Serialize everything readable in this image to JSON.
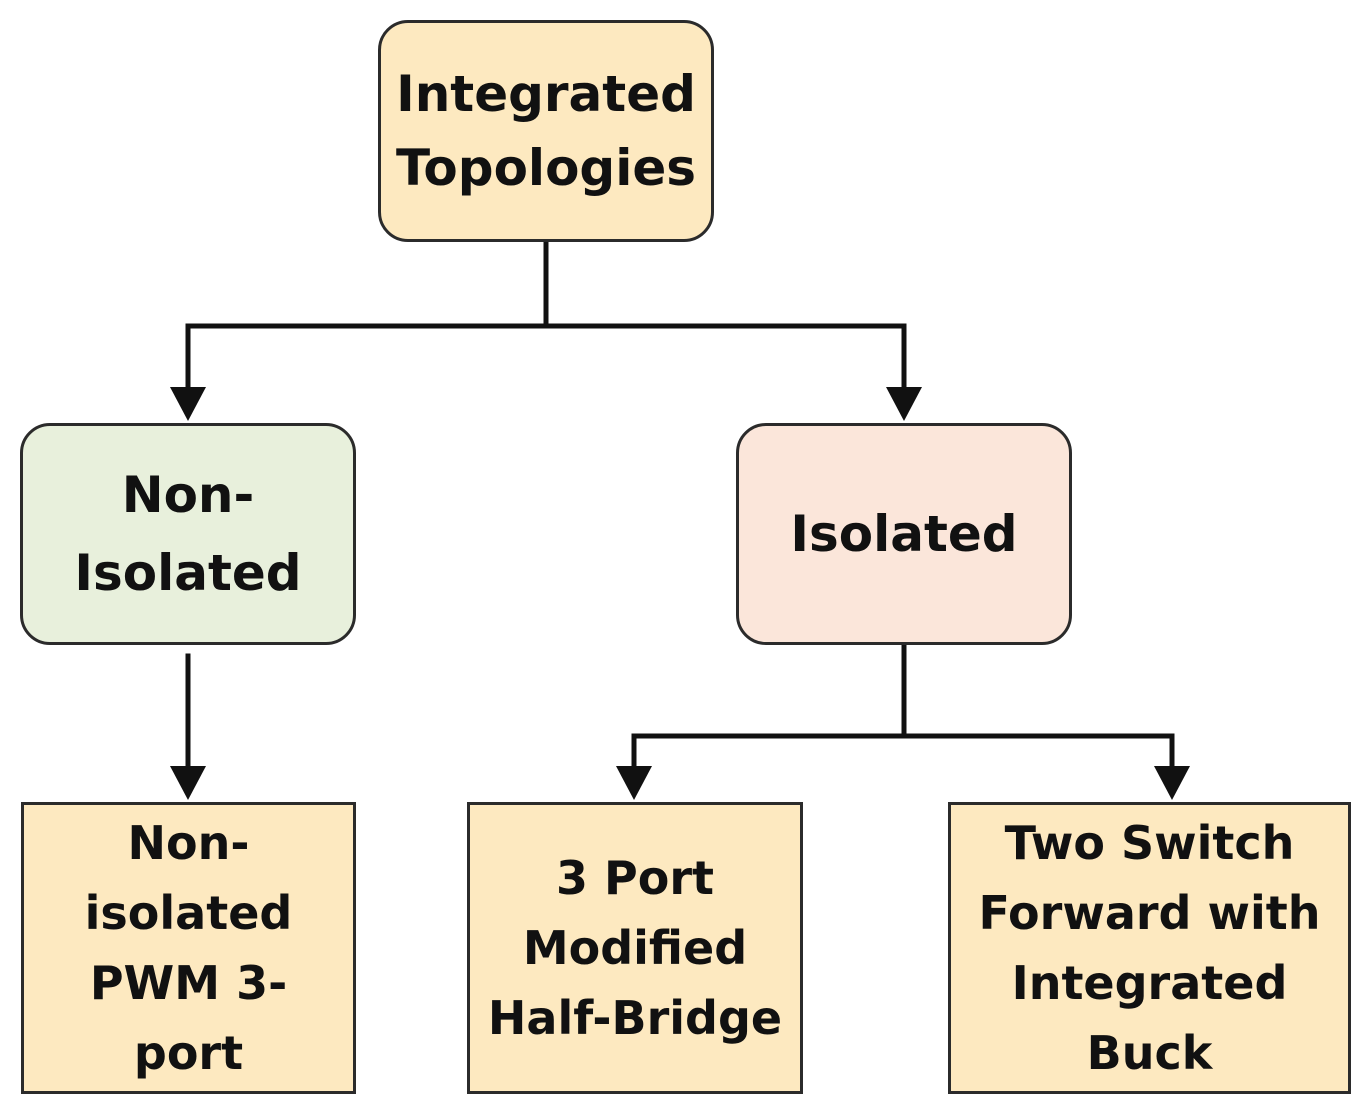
{
  "nodes": {
    "root": {
      "label": "Integrated\nTopologies",
      "fill": "#fde9c0"
    },
    "non_isolated": {
      "label": "Non-\nIsolated",
      "fill": "#e8f0dc"
    },
    "isolated": {
      "label": "Isolated",
      "fill": "#fbe6da"
    }
  },
  "leaves": {
    "pwm_3_port": {
      "label": "Non-\nisolated\nPWM 3-\nport",
      "fill": "#fde9c0"
    },
    "half_bridge": {
      "label": "3 Port\nModified\nHalf-Bridge",
      "fill": "#fde9c0"
    },
    "two_switch_forward": {
      "label": "Two Switch\nForward with\nIntegrated\nBuck",
      "fill": "#fde9c0"
    }
  },
  "colors": {
    "line": "#111111",
    "border": "#2b2b2b"
  }
}
